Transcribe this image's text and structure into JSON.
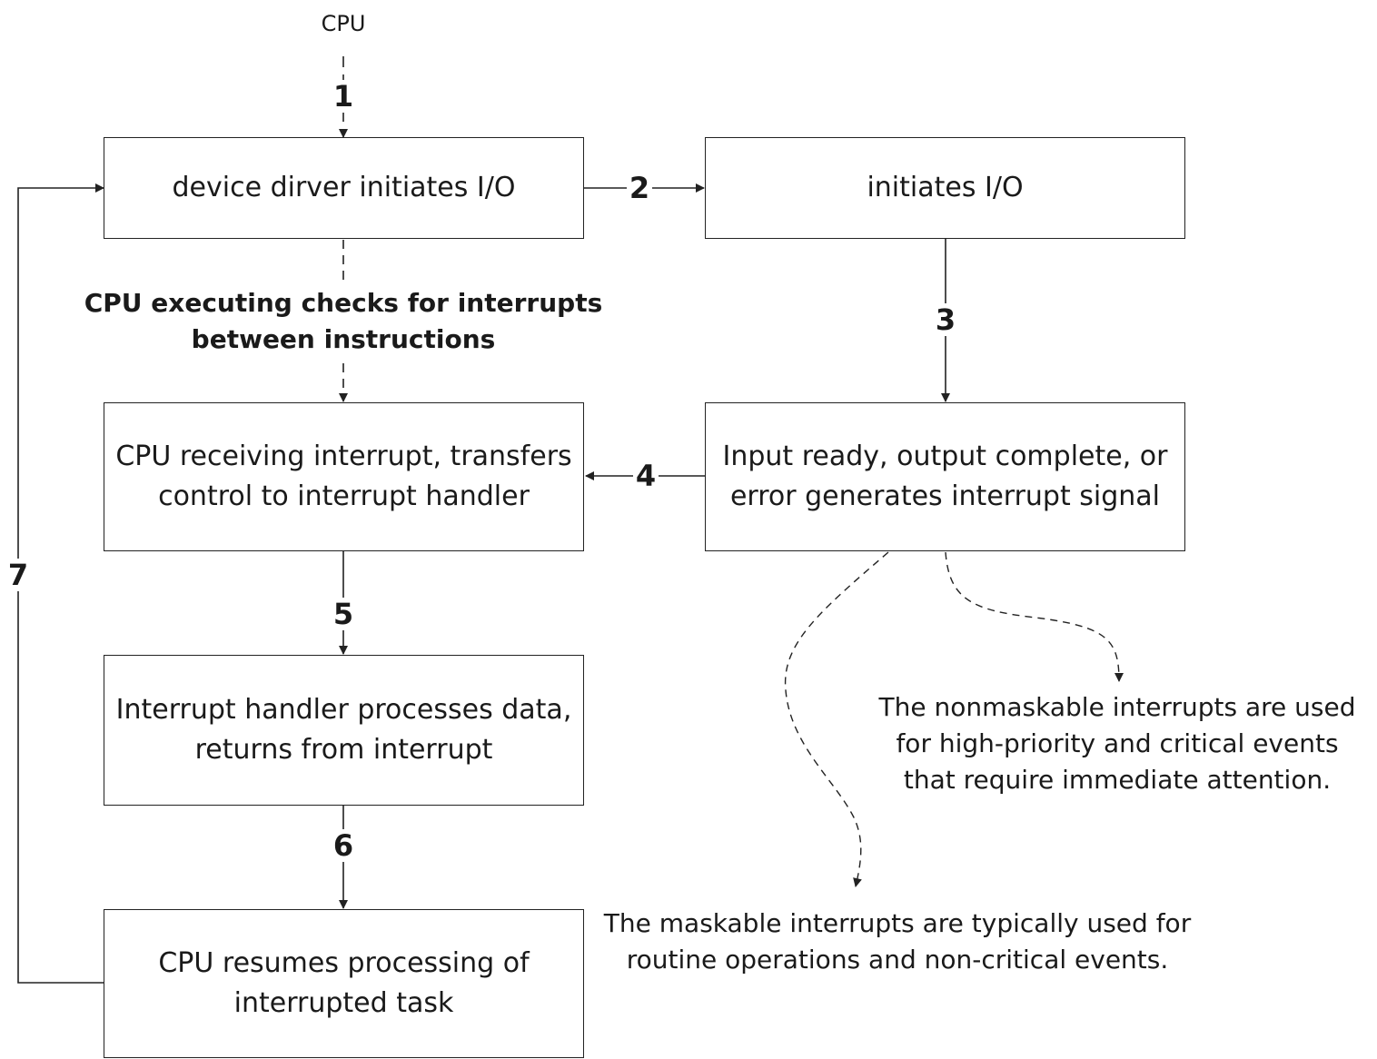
{
  "diagram": {
    "cpu_label": "CPU",
    "boxes": {
      "b1": "device dirver initiates I/O",
      "b2": "initiates I/O",
      "b3": "CPU receiving interrupt, transfers\ncontrol to interrupt handler",
      "b4": "Input ready, output complete, or\nerror generates interrupt signal",
      "b5": "Interrupt handler processes data,\nreturns from interrupt",
      "b6": "CPU resumes processing of\ninterrupted task"
    },
    "steps": {
      "s1": "1",
      "s2": "2",
      "s3": "3",
      "s4": "4",
      "s5": "5",
      "s6": "6",
      "s7": "7"
    },
    "check_note": "CPU executing checks for interrupts\nbetween instructions",
    "nonmaskable_note": "The nonmaskable interrupts are used\nfor high-priority and critical events\nthat require immediate attention.",
    "maskable_note": "The maskable interrupts are typically used for\nroutine operations and non-critical events."
  }
}
